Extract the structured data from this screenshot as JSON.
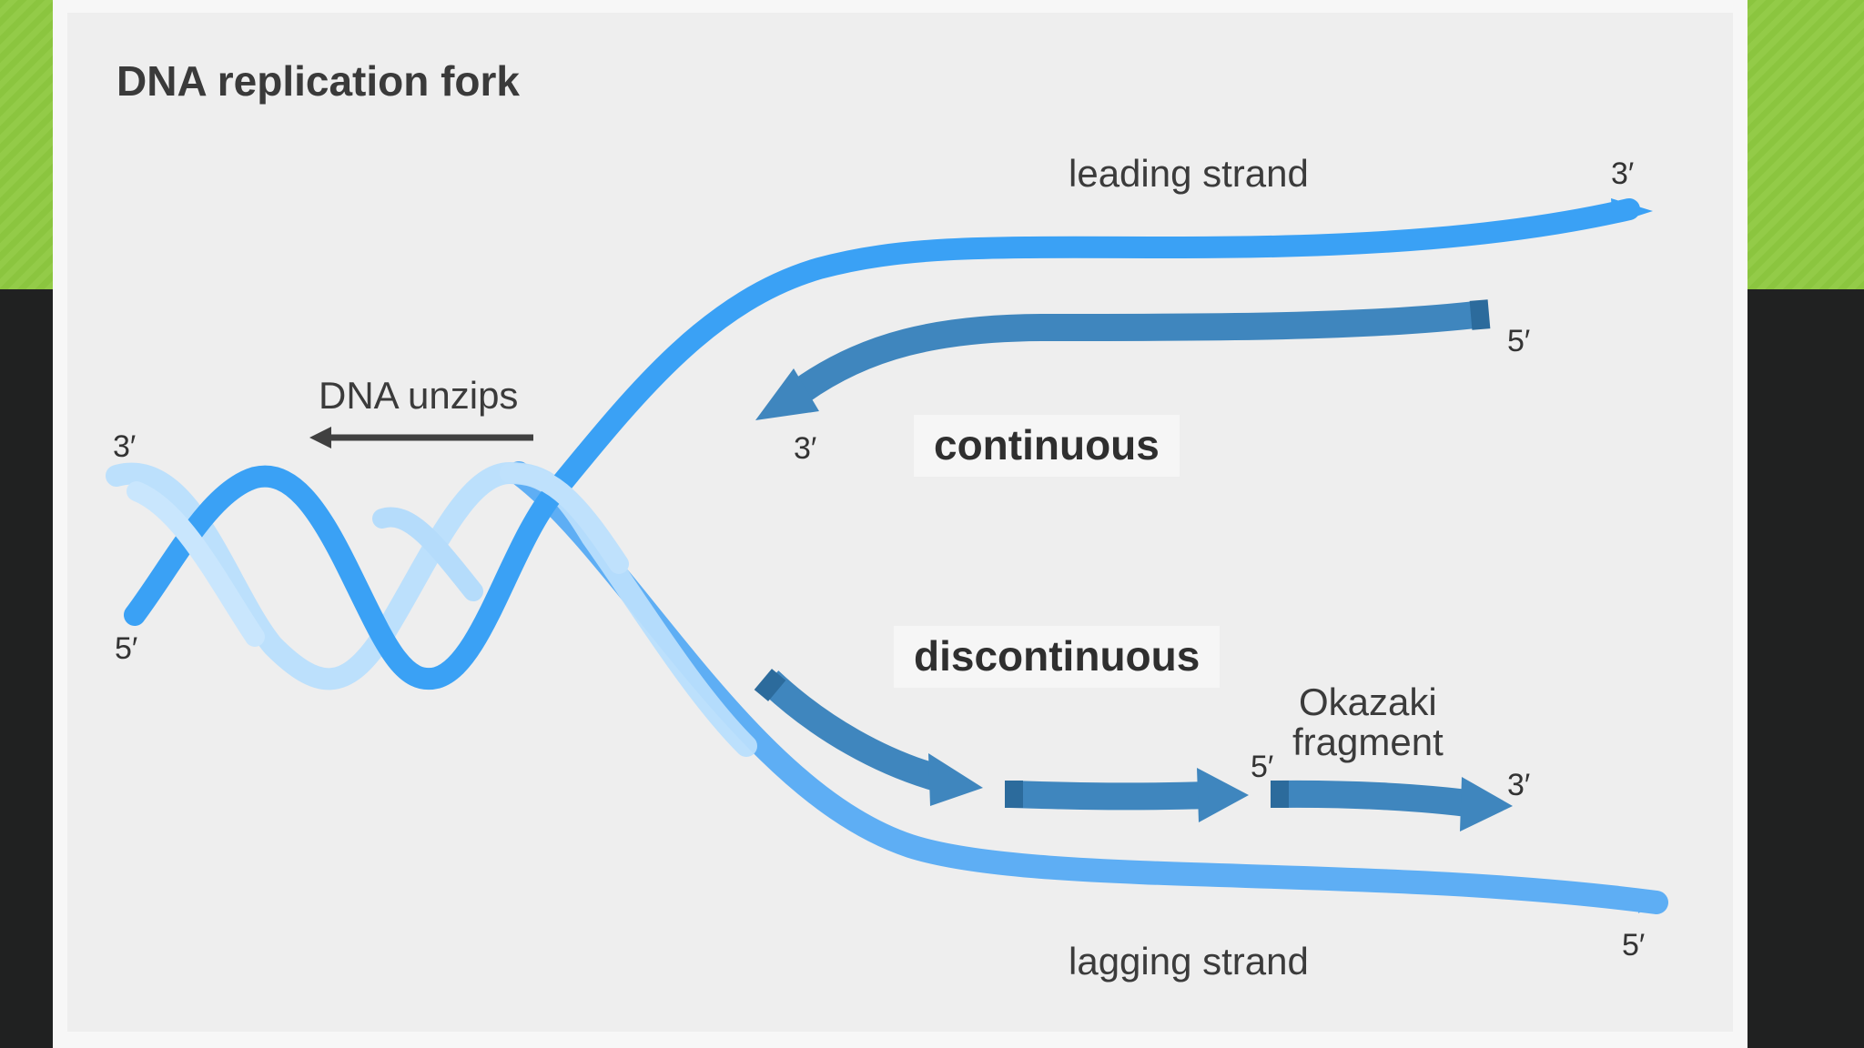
{
  "title": "DNA replication fork",
  "labels": {
    "leading_strand": "leading strand",
    "lagging_strand": "lagging strand",
    "dna_unzips": "DNA unzips",
    "continuous": "continuous",
    "discontinuous": "discontinuous",
    "okazaki_line1": "Okazaki",
    "okazaki_line2": "fragment"
  },
  "ends": {
    "helix_top_left": "3′",
    "helix_bottom_left": "5′",
    "leading_right": "3′",
    "new_leading_right": "5′",
    "new_leading_left": "3′",
    "okazaki_5": "5′",
    "okazaki_3": "3′",
    "lagging_right": "5′"
  },
  "colors": {
    "strand_light": "#a9d7fb",
    "strand_mid": "#5aa9f2",
    "strand_bright": "#339ff5",
    "new_strand": "#3f86be",
    "new_strand_end": "#2c6b9c",
    "arrow": "#404040"
  }
}
